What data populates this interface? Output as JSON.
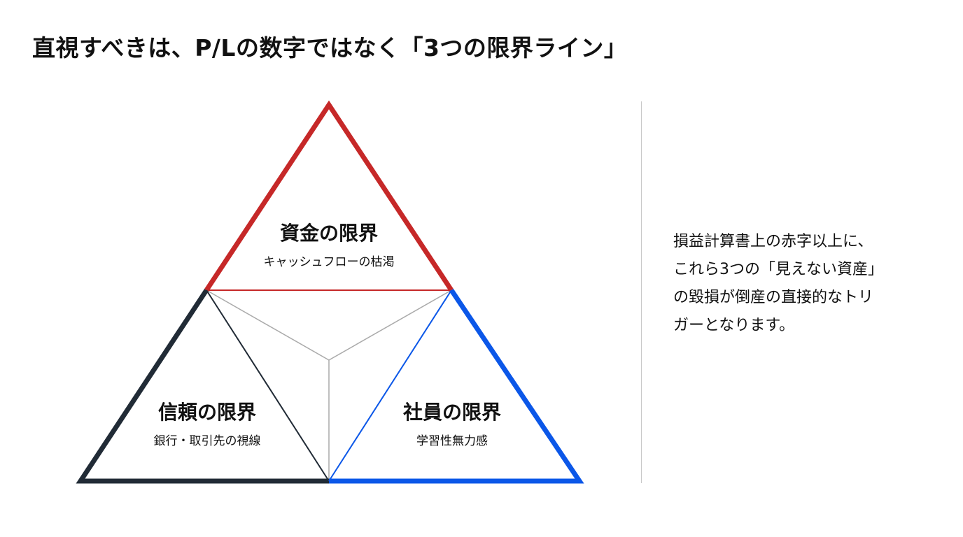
{
  "title": "直視すべきは、P/Lの数字ではなく「3つの限界ライン」",
  "segments": [
    {
      "heading": "資金の限界",
      "sub": "キャッシュフローの枯渇",
      "color": "#c62828"
    },
    {
      "heading": "信頼の限界",
      "sub": "銀行・取引先の視線",
      "color": "#212b36"
    },
    {
      "heading": "社員の限界",
      "sub": "学習性無力感",
      "color": "#0b57e8"
    }
  ],
  "side_text": [
    "損益計算書上の赤字以上に、",
    "これら3つの「見えない資産」",
    "の毀損が倒産の直接的なトリ",
    "ガーとなります。"
  ]
}
